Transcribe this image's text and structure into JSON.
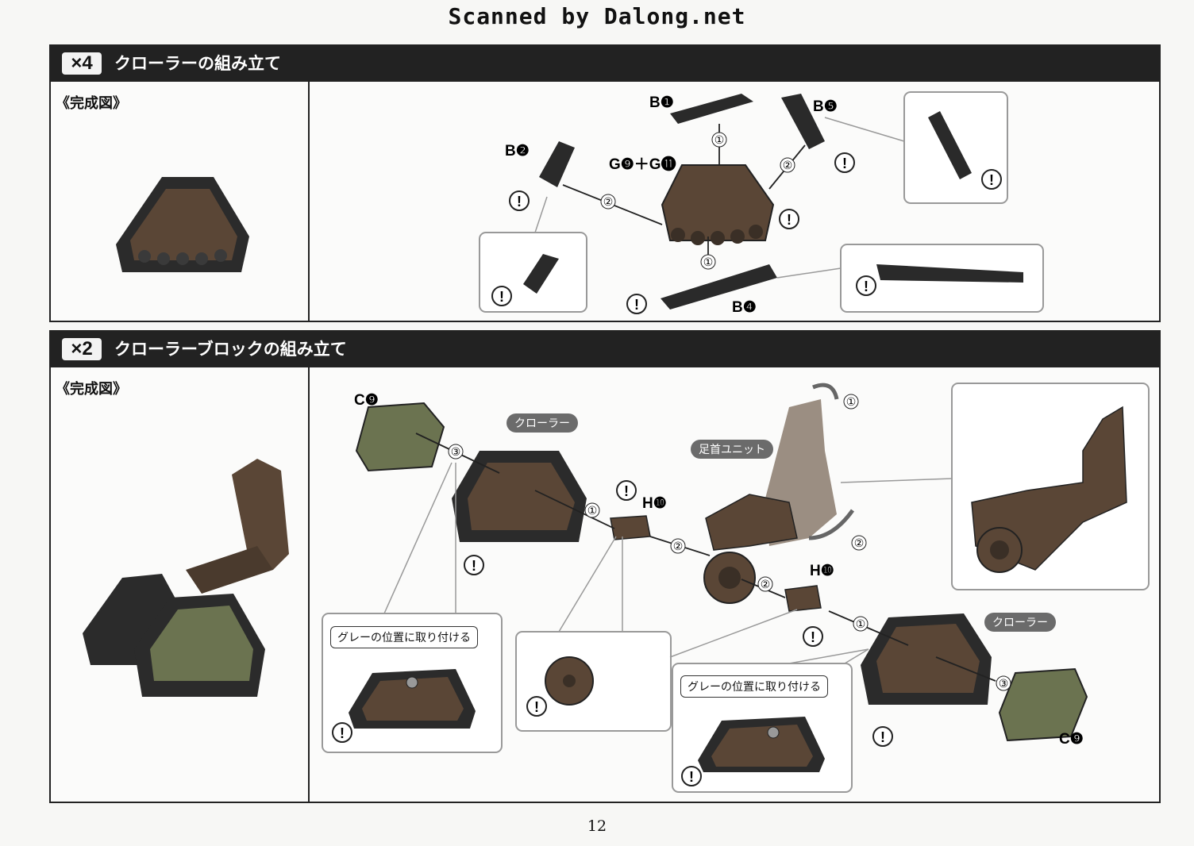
{
  "header": {
    "scan_credit": "Scanned by Dalong.net"
  },
  "sections": [
    {
      "multiplier": "×4",
      "title": "クローラーの組み立て",
      "complete_label": "《完成図》",
      "parts": {
        "b1": "B❶",
        "b2": "B❷",
        "b4": "B❹",
        "b5": "B❺",
        "g": "G❾＋G⓫"
      },
      "steps": [
        "①",
        "②"
      ]
    },
    {
      "multiplier": "×2",
      "title": "クローラーブロックの組み立て",
      "complete_label": "《完成図》",
      "parts": {
        "c9": "C❾",
        "h10": "H❿"
      },
      "labels": {
        "crawler": "クローラー",
        "ankle_unit": "足首ユニット",
        "gray_note": "グレーの位置に取り付ける"
      },
      "steps": [
        "①",
        "②",
        "③"
      ]
    }
  ],
  "footer": {
    "page_number": "12"
  },
  "colors": {
    "frame": "#222222",
    "part_brown": "#5a4636",
    "part_dark": "#2a2a2a",
    "part_green": "#6b7350"
  }
}
